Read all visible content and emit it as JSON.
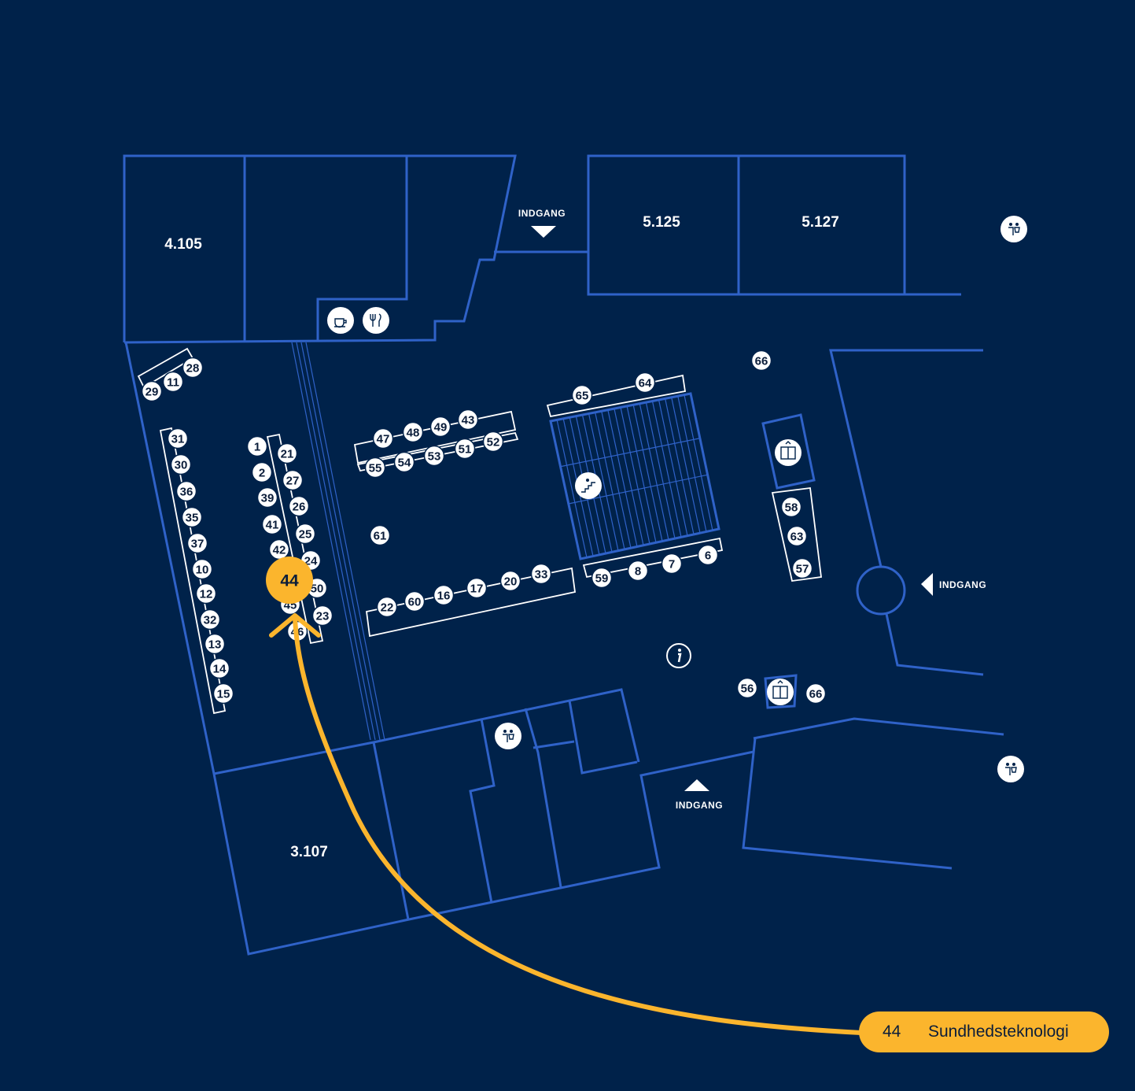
{
  "rooms": [
    "4.105",
    "5.125",
    "5.127",
    "3.107"
  ],
  "entrances": {
    "label": "INDGANG"
  },
  "booths": [
    "29",
    "11",
    "28",
    "31",
    "30",
    "36",
    "35",
    "37",
    "10",
    "12",
    "32",
    "13",
    "14",
    "15",
    "1",
    "2",
    "39",
    "41",
    "42",
    "21",
    "27",
    "26",
    "25",
    "24",
    "50",
    "23",
    "45",
    "46",
    "47",
    "48",
    "49",
    "43",
    "55",
    "54",
    "53",
    "51",
    "52",
    "61",
    "22",
    "60",
    "16",
    "17",
    "20",
    "33",
    "65",
    "64",
    "59",
    "8",
    "7",
    "6",
    "66",
    "58",
    "63",
    "57",
    "56",
    "66"
  ],
  "highlight": {
    "booth": "44",
    "name": "Sundhedsteknologi"
  },
  "icons": [
    "toilet-icon",
    "coffee-icon",
    "restaurant-icon",
    "stairs-icon",
    "elevator-icon",
    "info-icon"
  ],
  "colors": {
    "background": "#00224a",
    "walls": "#2f62c8",
    "highlight": "#fbb52d",
    "booth": "#ffffff"
  }
}
